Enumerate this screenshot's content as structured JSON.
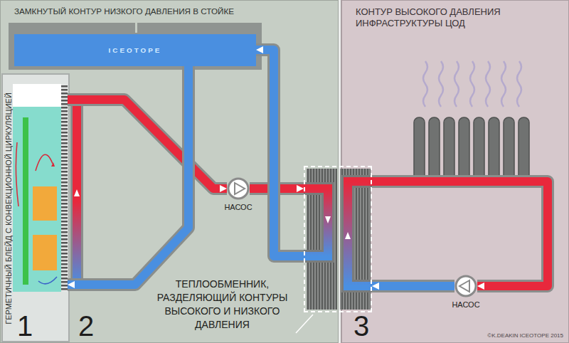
{
  "diagram": {
    "nodes": [
      {
        "text": [
          "ЗАМКНУТЫЙ КОНТУР НИЗКОГО ДАВЛЕНИЯ В СТОЙКЕ"
        ]
      },
      {
        "text": [
          "ГЕРМЕТИЧНЫЙ БЛЕЙД С КОНВЕКЦИОННОЙ ЦИРКУЛЯЦИЕЙ"
        ],
        "in": 0
      },
      {
        "text": [
          "ICEOTOPE"
        ],
        "in": 0
      },
      {
        "text": [
          "НАСОС"
        ],
        "in": 0
      },
      {
        "text": [
          "КОНТУР ВЫСОКОГО ДАВЛЕНИЯ ИНФРАСТРУКТУРЫ ЦОД"
        ]
      },
      {
        "text": [
          "НАСОС"
        ],
        "in": 4
      },
      {
        "text": [
          "ТЕПЛООБМЕННИК, РАЗДЕЛЯЮЩИЙ КОНТУРЫ ВЫСОКОГО И НИЗКОГО ДАВЛЕНИЯ"
        ]
      }
    ],
    "edges": [
      {
        "from": 1,
        "to": 3,
        "arrow": "to"
      },
      {
        "from": 3,
        "to": 6,
        "arrow": "to"
      },
      {
        "from": 6,
        "to": 2,
        "arrow": "to"
      },
      {
        "from": 2,
        "to": 1,
        "arrow": "to"
      },
      {
        "from": 6,
        "to": 5,
        "arrow": "to"
      },
      {
        "from": 5,
        "to": 6,
        "arrow": "to"
      }
    ],
    "labels": [
      "1",
      "2",
      "3",
      "©K.DEAKIN ICEOTOPE 2015"
    ]
  }
}
